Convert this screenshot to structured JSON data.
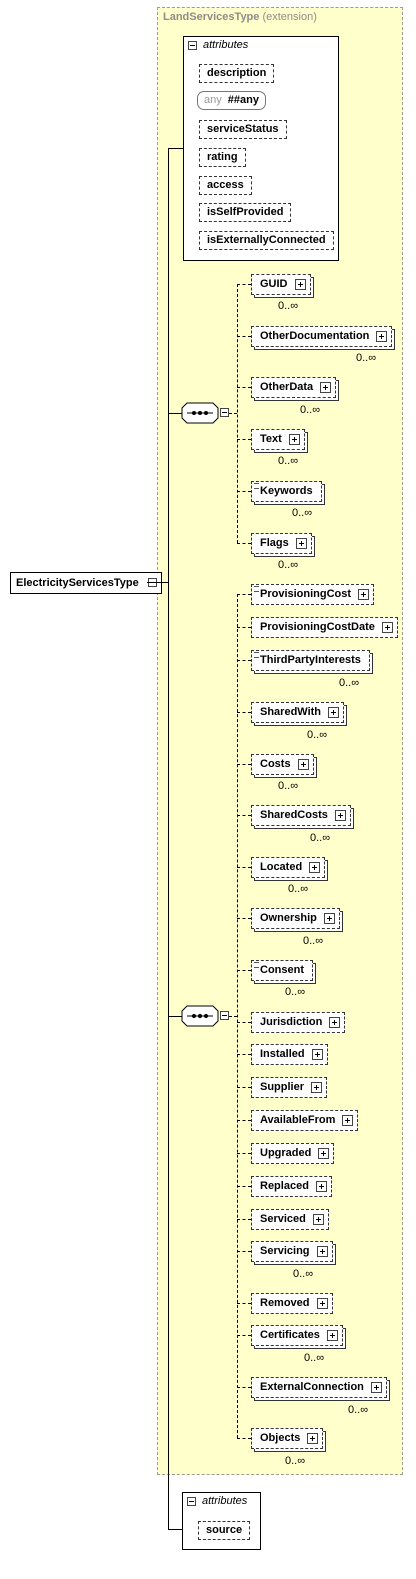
{
  "extension": {
    "title": "LandServicesType",
    "suffix": "(extension)"
  },
  "attributes_group": {
    "label": "attributes",
    "items": [
      "description",
      "serviceStatus",
      "rating",
      "access",
      "isSelfProvided",
      "isExternallyConnected"
    ],
    "any": {
      "keyword": "any",
      "value": "##any"
    }
  },
  "root": {
    "name": "ElectricityServicesType"
  },
  "sequence1": [
    {
      "name": "GUID",
      "card": "0..∞"
    },
    {
      "name": "OtherDocumentation",
      "card": "0..∞"
    },
    {
      "name": "OtherData",
      "card": "0..∞"
    },
    {
      "name": "Text",
      "card": "0..∞"
    },
    {
      "name": "Keywords",
      "card": "0..∞"
    },
    {
      "name": "Flags",
      "card": "0..∞"
    }
  ],
  "sequence2": [
    {
      "name": "ProvisioningCost",
      "card": ""
    },
    {
      "name": "ProvisioningCostDate",
      "card": ""
    },
    {
      "name": "ThirdPartyInterests",
      "card": "0..∞"
    },
    {
      "name": "SharedWith",
      "card": "0..∞"
    },
    {
      "name": "Costs",
      "card": "0..∞"
    },
    {
      "name": "SharedCosts",
      "card": "0..∞"
    },
    {
      "name": "Located",
      "card": "0..∞"
    },
    {
      "name": "Ownership",
      "card": "0..∞"
    },
    {
      "name": "Consent",
      "card": "0..∞"
    },
    {
      "name": "Jurisdiction",
      "card": ""
    },
    {
      "name": "Installed",
      "card": ""
    },
    {
      "name": "Supplier",
      "card": ""
    },
    {
      "name": "AvailableFrom",
      "card": ""
    },
    {
      "name": "Upgraded",
      "card": ""
    },
    {
      "name": "Replaced",
      "card": ""
    },
    {
      "name": "Serviced",
      "card": ""
    },
    {
      "name": "Servicing",
      "card": "0..∞"
    },
    {
      "name": "Removed",
      "card": ""
    },
    {
      "name": "Certificates",
      "card": "0..∞"
    },
    {
      "name": "ExternalConnection",
      "card": "0..∞"
    },
    {
      "name": "Objects",
      "card": "0..∞"
    }
  ],
  "attributes_group2": {
    "label": "attributes",
    "items": [
      "source"
    ]
  }
}
